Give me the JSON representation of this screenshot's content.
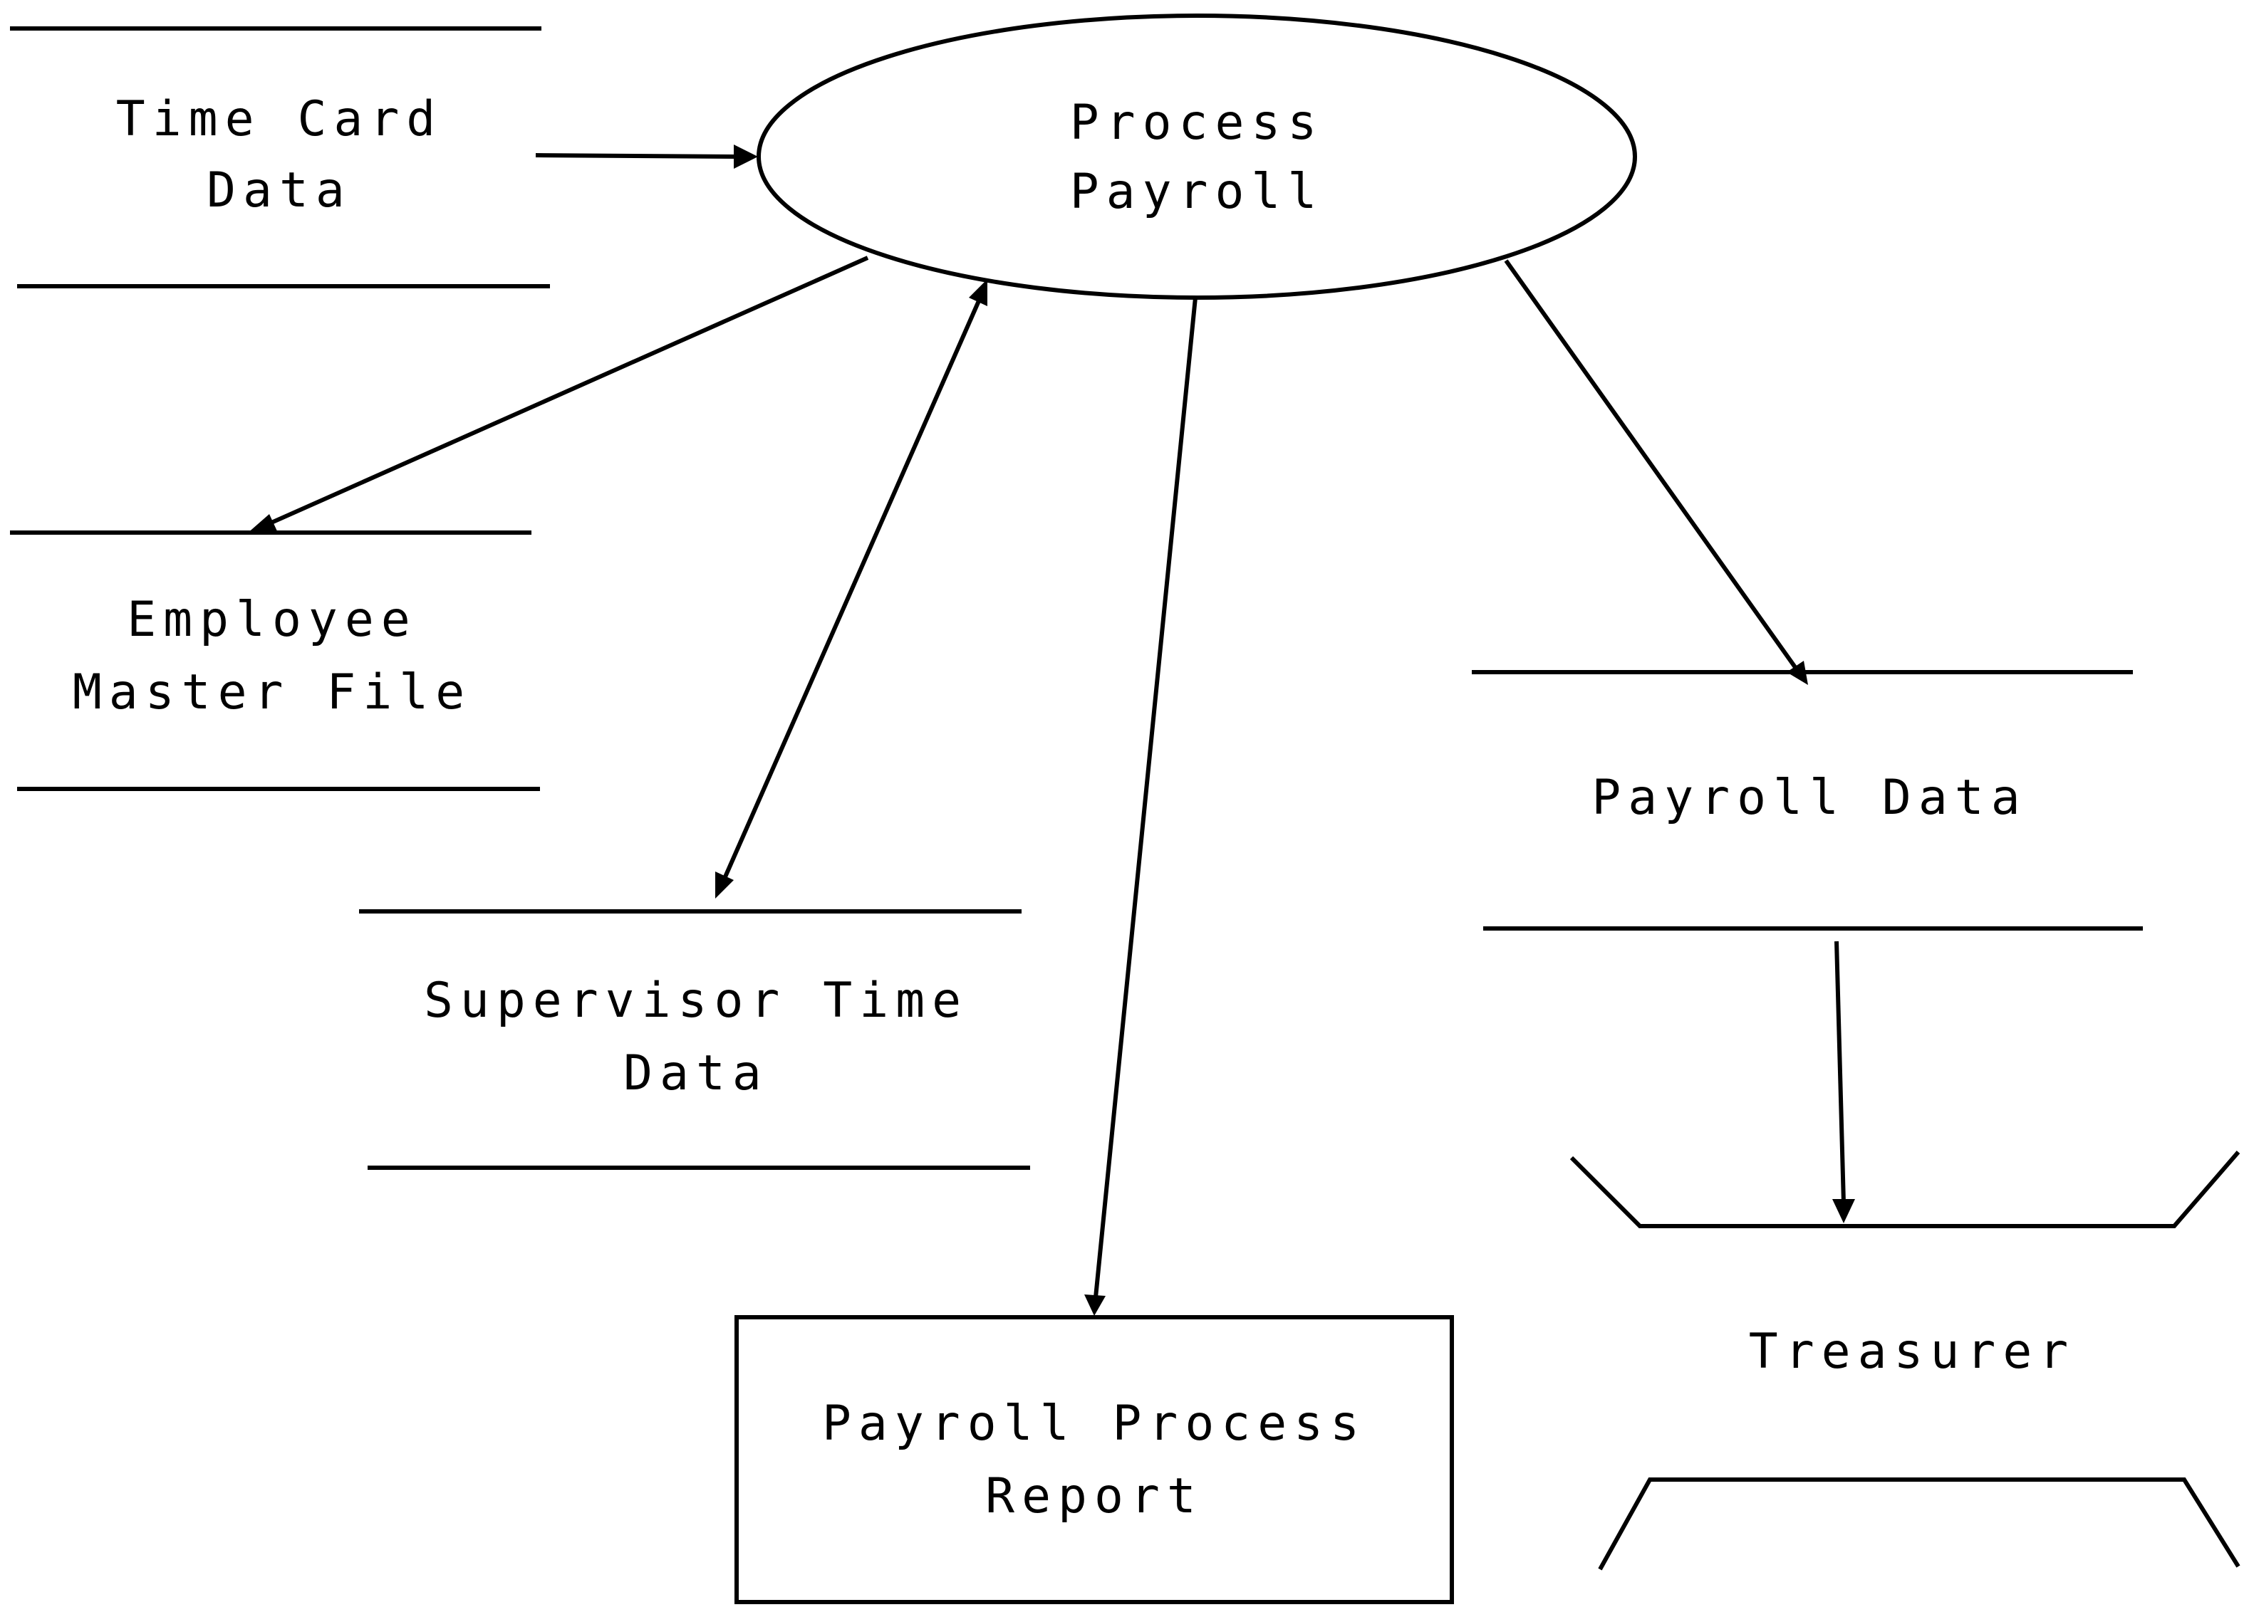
{
  "colors": {
    "stroke": "#000000",
    "background": "#ffffff",
    "text": "#000000"
  },
  "process": {
    "line1": "Process",
    "line2": "Payroll"
  },
  "stores": {
    "time_card": {
      "line1": "Time Card",
      "line2": "Data"
    },
    "employee_master": {
      "line1": "Employee",
      "line2": "Master File"
    },
    "supervisor_time": {
      "line1": "Supervisor Time",
      "line2": "Data"
    },
    "payroll_data": {
      "line1": "Payroll Data"
    }
  },
  "entities": {
    "report": {
      "line1": "Payroll Process",
      "line2": "Report"
    },
    "treasurer": {
      "line1": "Treasurer"
    }
  }
}
